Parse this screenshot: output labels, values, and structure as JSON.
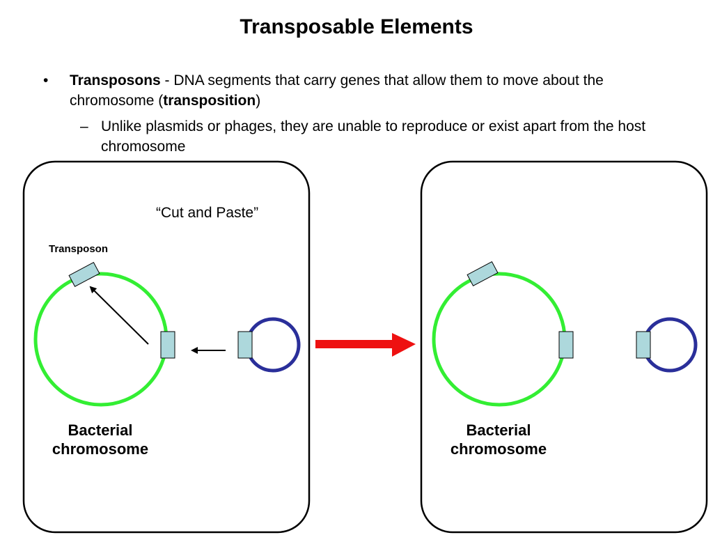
{
  "title": "Transposable Elements",
  "bullets": {
    "main": {
      "marker": "•",
      "term": "Transposons",
      "text_before": " - DNA segments that carry genes that allow them to move about the chromosome (",
      "bold_word": "transposition",
      "text_after": ")"
    },
    "sub": {
      "marker": "–",
      "text": "Unlike plasmids or phages, they are unable to reproduce or exist apart from the host chromosome"
    }
  },
  "diagram": {
    "cut_paste_label": "“Cut and Paste”",
    "transposon_label": "Transposon",
    "left_panel_label_line1": "Bacterial",
    "left_panel_label_line2": "chromosome",
    "right_panel_label_line1": "Bacterial",
    "right_panel_label_line2": "chromosome",
    "colors": {
      "chromosome": "#33ee33",
      "plasmid": "#2a2f9a",
      "transposon_fill": "#add8dc",
      "arrow_main": "#ee1111",
      "outline": "#000000"
    }
  }
}
